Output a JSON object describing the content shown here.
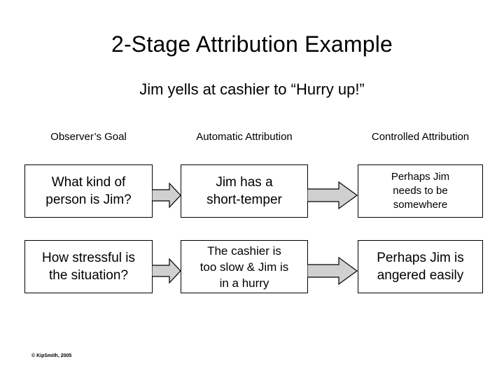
{
  "slide": {
    "title": "2-Stage Attribution Example",
    "subtitle": "Jim yells at cashier to “Hurry up!”",
    "copyright": "© KipSmith, 2005"
  },
  "colors": {
    "background": "#ffffff",
    "text": "#000000",
    "box_border": "#000000",
    "box_fill": "#ffffff",
    "arrow_fill": "#d0d0d0",
    "arrow_stroke": "#000000"
  },
  "columns": [
    {
      "header": "Observer’s Goal"
    },
    {
      "header": "Automatic Attribution"
    },
    {
      "header": "Controlled Attribution"
    }
  ],
  "rows": [
    {
      "cells": [
        "What kind of\nperson is Jim?",
        "Jim has a\nshort-temper",
        "Perhaps Jim\nneeds to be\nsomewhere"
      ]
    },
    {
      "cells": [
        "How stressful is\nthe situation?",
        "The cashier is\ntoo slow & Jim is\nin a hurry",
        "Perhaps Jim is\nangered easily"
      ]
    }
  ],
  "arrows": [
    {
      "name": "row1-goal-to-automatic",
      "direction": "right"
    },
    {
      "name": "row1-automatic-to-controlled",
      "direction": "right"
    },
    {
      "name": "row2-goal-to-automatic",
      "direction": "right"
    },
    {
      "name": "row2-automatic-to-controlled",
      "direction": "right"
    }
  ]
}
